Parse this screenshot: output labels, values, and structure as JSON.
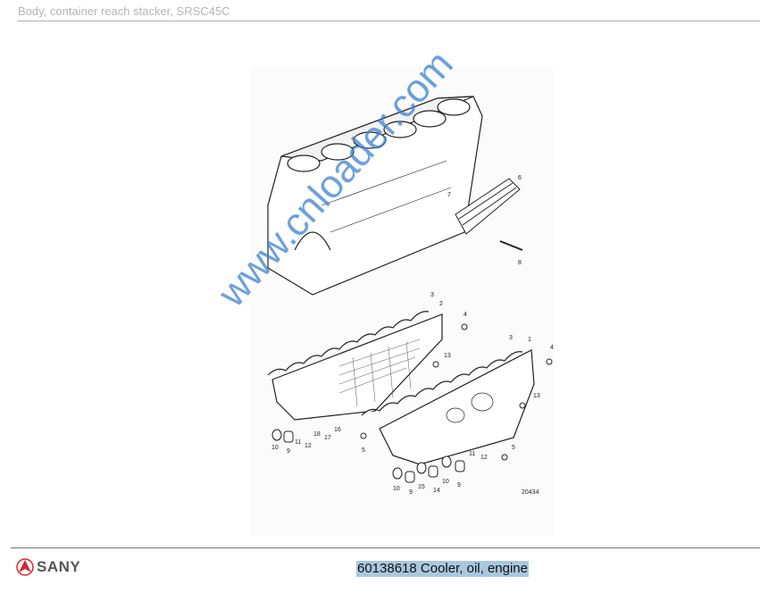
{
  "header": {
    "title": "Body, container reach stacker, SRSC45C"
  },
  "footer": {
    "brand": "SANY",
    "caption": "60138618 Cooler, oil, engine"
  },
  "diagram": {
    "drawing_number": "20434",
    "watermark": "www.cnloader.com",
    "callouts": [
      "6",
      "7",
      "8",
      "3",
      "2",
      "4",
      "13",
      "3",
      "1",
      "4",
      "13",
      "10",
      "9",
      "11",
      "12",
      "18",
      "17",
      "16",
      "5",
      "5",
      "11",
      "12",
      "10",
      "9",
      "15",
      "14",
      "10",
      "9"
    ]
  },
  "colors": {
    "brand_red": "#d7262c",
    "highlight": "#a9c8e0",
    "watermark": "#3c82d2"
  }
}
